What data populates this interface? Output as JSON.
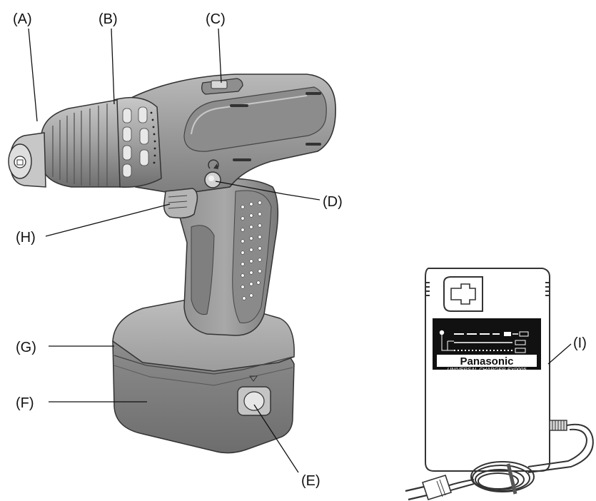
{
  "labels": {
    "A": "(A)",
    "B": "(B)",
    "C": "(C)",
    "D": "(D)",
    "E": "(E)",
    "F": "(F)",
    "G": "(G)",
    "H": "(H)",
    "I": "(I)"
  },
  "charger": {
    "brand": "Panasonic",
    "model_line": "UNIVERSAL CHARGER  EY0005"
  }
}
